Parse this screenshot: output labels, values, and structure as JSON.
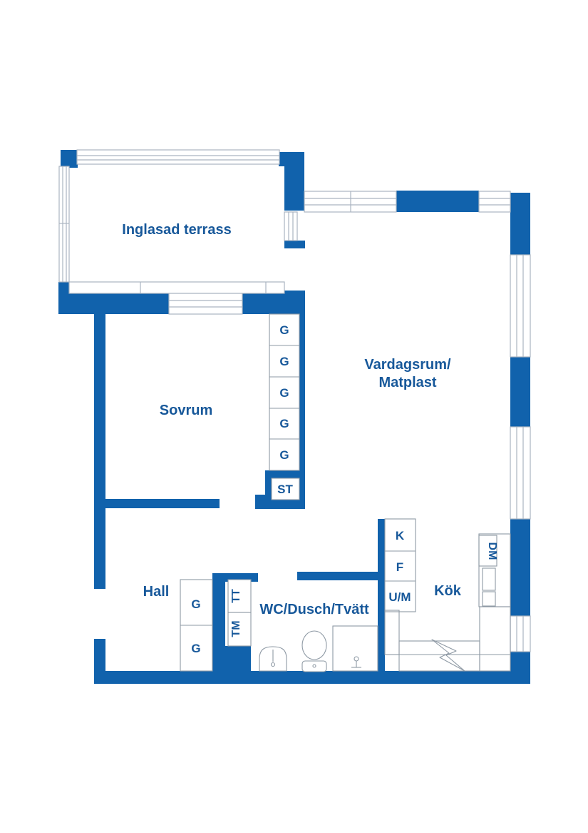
{
  "title": "Apartment floor plan",
  "colors": {
    "wall": "#1162ac",
    "label": "#17589a",
    "window-line": "#aab4c0",
    "fixture-line": "#8e99a4"
  },
  "rooms": {
    "terrace": "Inglasad terrass",
    "living_line1": "Vardagsrum/",
    "living_line2": "Matplast",
    "bedroom": "Sovrum",
    "hall": "Hall",
    "bathroom": "WC/Dusch/Tvätt",
    "kitchen": "Kök"
  },
  "fixtures": {
    "wardrobe": "G",
    "cleaning_closet": "ST",
    "fridge": "K",
    "freezer": "F",
    "oven_microwave": "U/M",
    "dishwasher": "DM",
    "dryer": "TT",
    "washing_machine": "TM"
  }
}
